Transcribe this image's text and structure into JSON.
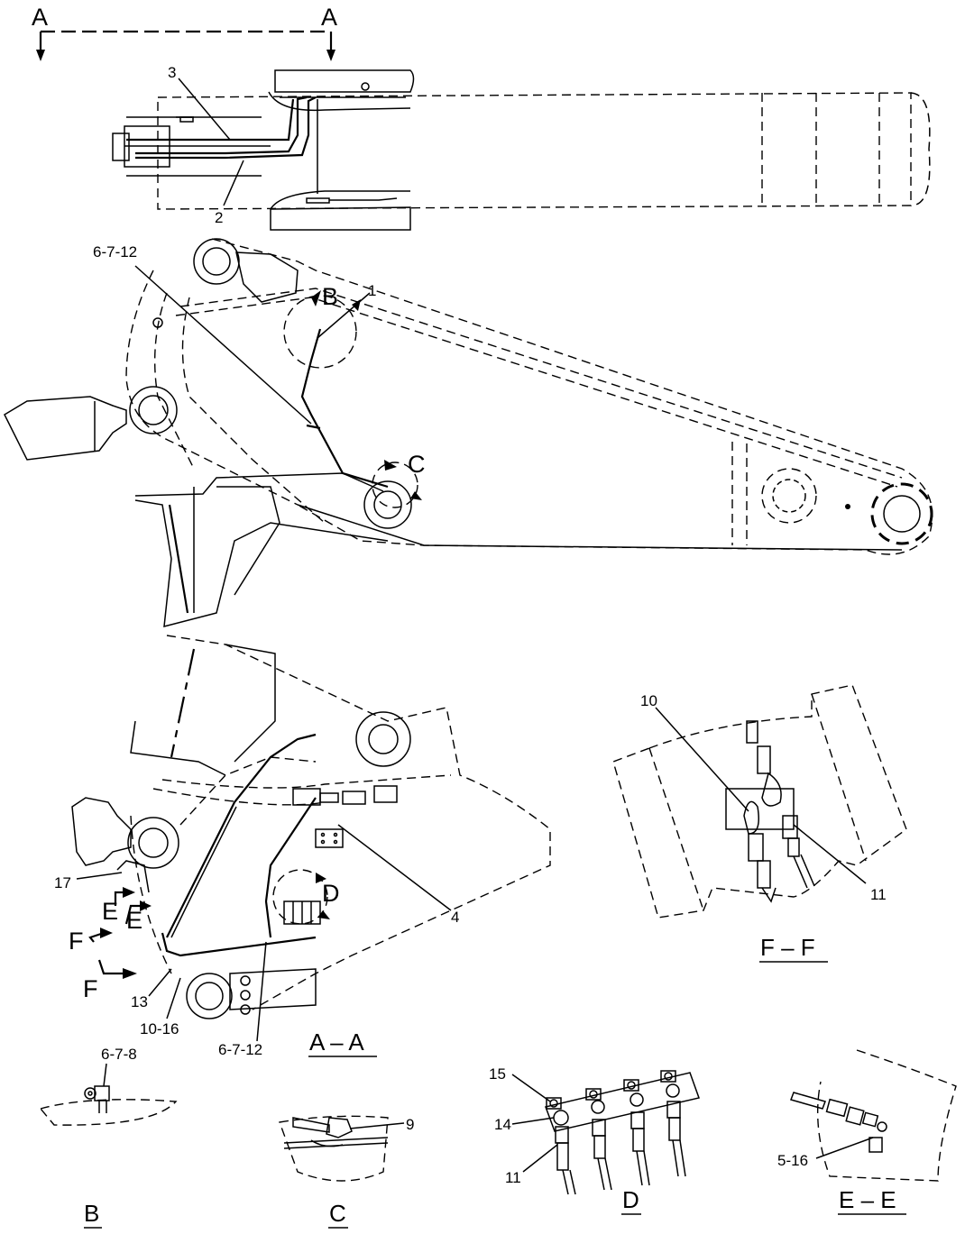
{
  "view_markers": {
    "left": "A",
    "right": "A"
  },
  "callouts": {
    "c3": "3",
    "c2": "2",
    "c1": "1",
    "c4": "4",
    "c9": "9",
    "c10": "10",
    "c11_ff": "11",
    "c11_d": "11",
    "c13": "13",
    "c14": "14",
    "c15": "15",
    "c17": "17",
    "c6712_top": "6-7-12",
    "c6712_aa": "6-7-12",
    "c1016": "10-16",
    "c678": "6-7-8",
    "c516": "5-16"
  },
  "detail_markers": {
    "B": "B",
    "C": "C",
    "D": "D",
    "E1": "E",
    "E2": "E",
    "F1": "F",
    "F2": "F"
  },
  "section_titles": {
    "aa": "A – A",
    "ff": "F – F",
    "b": "B",
    "c": "C",
    "d": "D",
    "ee": "E – E"
  }
}
